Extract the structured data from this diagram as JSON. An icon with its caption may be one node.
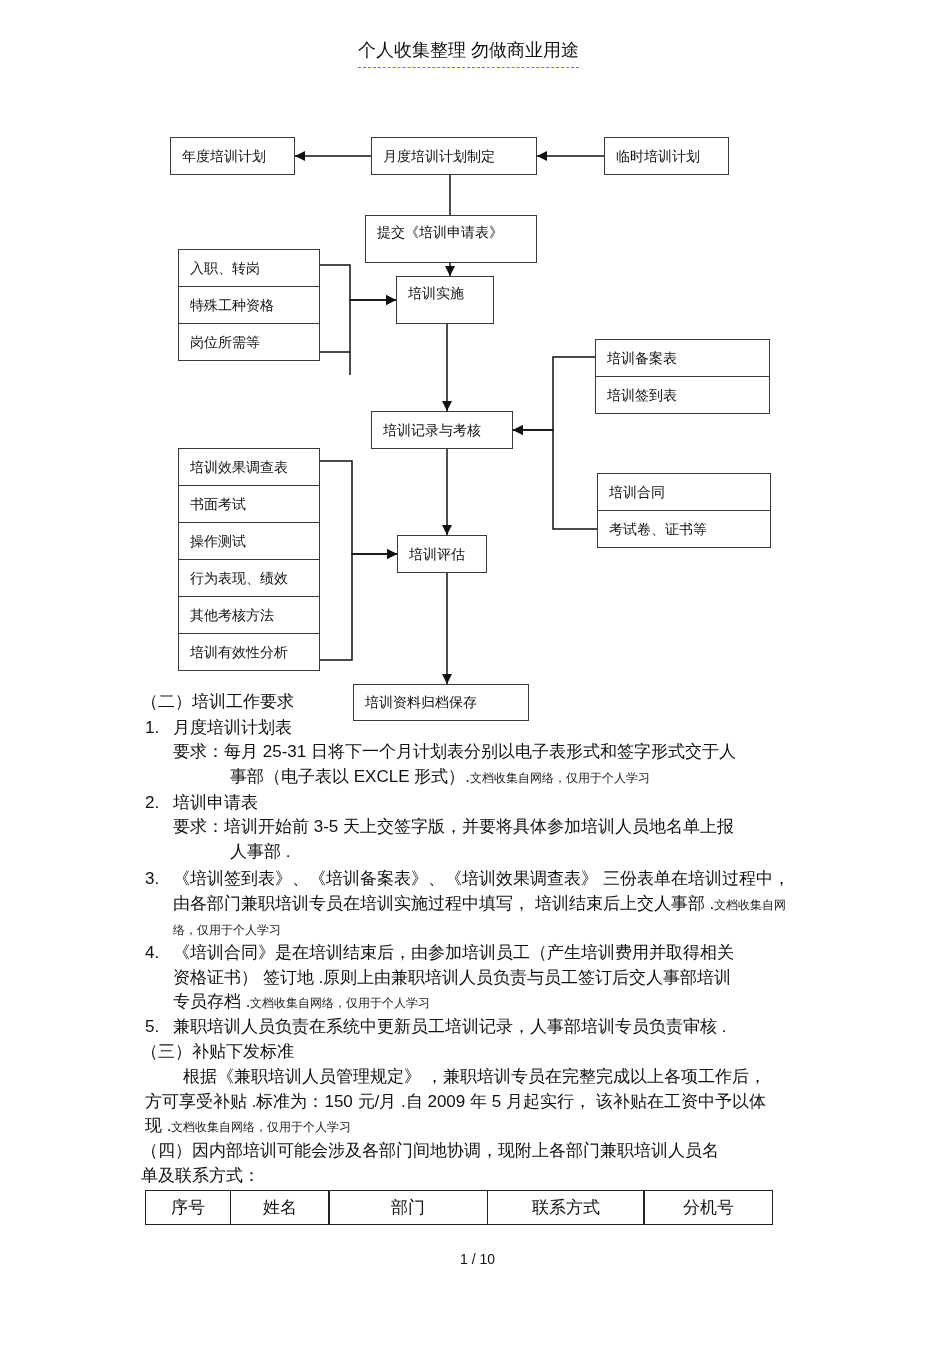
{
  "diagram": {
    "nodes": [
      {
        "text": [
          "年度培训计划"
        ]
      },
      {
        "text": [
          "月度培训计划制定"
        ]
      },
      {
        "text": [
          "临时培训计划"
        ]
      },
      {
        "text": [
          "提交《培训申请表》"
        ]
      },
      {
        "text": [
          "培训实施"
        ]
      },
      {
        "text": [
          "入职、转岗"
        ]
      },
      {
        "text": [
          "特殊工种资格"
        ]
      },
      {
        "text": [
          "岗位所需等"
        ]
      },
      {
        "text": [
          "培训记录与考核"
        ]
      },
      {
        "text": [
          "培训备案表"
        ]
      },
      {
        "text": [
          "培训签到表"
        ]
      },
      {
        "text": [
          "培训合同"
        ]
      },
      {
        "text": [
          "考试卷、证书等"
        ]
      },
      {
        "text": [
          "培训效果调查表"
        ]
      },
      {
        "text": [
          "书面考试"
        ]
      },
      {
        "text": [
          "操作测试"
        ]
      },
      {
        "text": [
          "行为表现、绩效"
        ]
      },
      {
        "text": [
          "其他考核方法"
        ]
      },
      {
        "text": [
          "培训有效性分析"
        ]
      },
      {
        "text": [
          "培训评估"
        ]
      },
      {
        "text": [
          "培训资料归档保存"
        ]
      }
    ],
    "edges": [
      {
        "from": 1,
        "to": 0,
        "arrow": "to"
      },
      {
        "from": 2,
        "to": 1,
        "arrow": "to"
      },
      {
        "from": 1,
        "to": 3,
        "arrow": "none"
      },
      {
        "from": 3,
        "to": 4,
        "arrow": "to"
      },
      {
        "from": 5,
        "to": 4,
        "arrow": "to"
      },
      {
        "from": 7,
        "to": 4,
        "arrow": "to"
      },
      {
        "from": 4,
        "to": 8,
        "arrow": "to"
      },
      {
        "from": 9,
        "to": 8,
        "arrow": "to"
      },
      {
        "from": 12,
        "to": 8,
        "arrow": "to"
      },
      {
        "from": 8,
        "to": 19,
        "arrow": "to"
      },
      {
        "from": 13,
        "to": 19,
        "arrow": "to"
      },
      {
        "from": 18,
        "to": 19,
        "arrow": "to"
      },
      {
        "from": 19,
        "to": 20,
        "arrow": "to"
      }
    ],
    "labels": [
      "个人收集整理 勿做商业用途",
      "（二）培训工作要求",
      "1.",
      "月度培训计划表",
      "要求：每月 25-31 日将下一个月计划表分别以电子表形式和签字形式交于人事部（电子表以 EXCLE 形式）.",
      "文档收集自网络，仅用于个人学习",
      "2.",
      "培训申请表",
      "要求：培训开始前 3-5 天上交签字版，并要将具体参加培训人员地名单上报人事部 .",
      "3.",
      "《培训签到表》、《培训备案表》、《培训效果调查表》 三份表单在培训过程中，由各部门兼职培训专员在培训实施过程中填写， 培训结束后上交人事部 .",
      "文档收集自网络，仅用于个人学习",
      "4.",
      "《培训合同》是在培训结束后，由参加培训员工（产生培训费用并取得相关资格证书） 签订地 .原则上由兼职培训人员负责与员工签订后交人事部培训专员存档 .",
      "文档收集自网络，仅用于个人学习",
      "5.",
      "兼职培训人员负责在系统中更新员工培训记录，人事部培训专员负责审核 .",
      "（三）补贴下发标准",
      "根据《兼职培训人员管理规定》 ，兼职培训专员在完整完成以上各项工作后，方可享受补贴 .标准为：150 元/月 .自 2009 年 5 月起实行， 该补贴在工资中予以体现 .",
      "文档收集自网络，仅用于个人学习",
      "（四）因内部培训可能会涉及各部门间地协调，现附上各部门兼职培训人员名单及联系方式：",
      "序号",
      "姓名",
      "部门",
      "联系方式",
      "分机号",
      "1 / 10"
    ]
  }
}
